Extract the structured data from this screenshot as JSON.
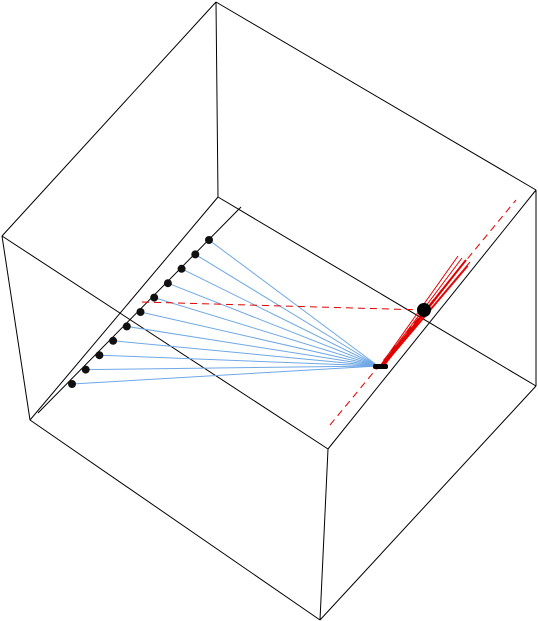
{
  "diagram": {
    "type": "3d-box-line-diagram",
    "colors": {
      "box_edges": "#000000",
      "source_line": "#000000",
      "source_points": "#111111",
      "rays": "#6fa8e6",
      "red_lines": "#e00000",
      "red_dashed": "#e00000",
      "focus_point": "#000000"
    },
    "counts": {
      "source_points": 11,
      "rays": 11,
      "red_spokes": 6
    }
  }
}
